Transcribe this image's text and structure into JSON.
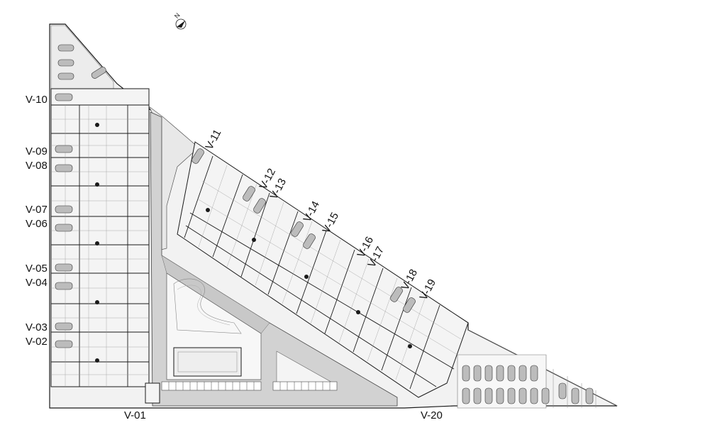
{
  "plan": {
    "compass": {
      "letter": "N"
    },
    "units_west": [
      "V-10",
      "V-09",
      "V-08",
      "V-07",
      "V-06",
      "V-05",
      "V-04",
      "V-03",
      "V-02"
    ],
    "units_diagonal": [
      "V-11",
      "V-12",
      "V-13",
      "V-14",
      "V-15",
      "V-16",
      "V-17",
      "V-18",
      "V-19"
    ],
    "units_bottom": [
      "V-01",
      "V-20"
    ],
    "colors": {
      "line": "#1a1a1a",
      "paving": "#d2d2d2",
      "unit_fill": "#f4f4f4",
      "pool": "#eeeeee"
    }
  }
}
